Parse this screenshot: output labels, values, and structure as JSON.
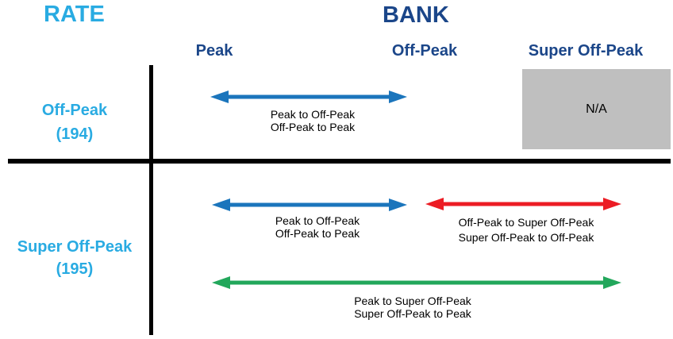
{
  "axis": {
    "row_title": "RATE",
    "col_title": "BANK"
  },
  "columns": [
    {
      "label": "Peak"
    },
    {
      "label": "Off-Peak"
    },
    {
      "label": "Super Off-Peak"
    }
  ],
  "rows": [
    {
      "label": "Off-Peak",
      "code": "(194)"
    },
    {
      "label": "Super Off-Peak",
      "code": "(195)"
    }
  ],
  "cells": {
    "na_label": "N/A"
  },
  "arrows": [
    {
      "name": "peak-offpeak-row1",
      "color": "#1B75BC",
      "lines": [
        "Peak to Off-Peak",
        "Off-Peak to Peak"
      ]
    },
    {
      "name": "peak-offpeak-row2",
      "color": "#1B75BC",
      "lines": [
        "Peak to Off-Peak",
        "Off-Peak to Peak"
      ]
    },
    {
      "name": "offpeak-superoffpeak",
      "color": "#EC1C24",
      "lines": [
        "Off-Peak to Super Off-Peak",
        "Super Off-Peak to Off-Peak"
      ]
    },
    {
      "name": "peak-superoffpeak",
      "color": "#22A75B",
      "lines": [
        "Peak to Super Off-Peak",
        "Super Off-Peak to Peak"
      ]
    }
  ],
  "colors": {
    "light_blue": "#29ABE2",
    "navy": "#1B4689",
    "arrow_blue": "#1B75BC",
    "arrow_red": "#EC1C24",
    "arrow_green": "#22A75B",
    "na_gray": "#BFBFBF",
    "line_black": "#000000",
    "label_black": "#000000"
  }
}
